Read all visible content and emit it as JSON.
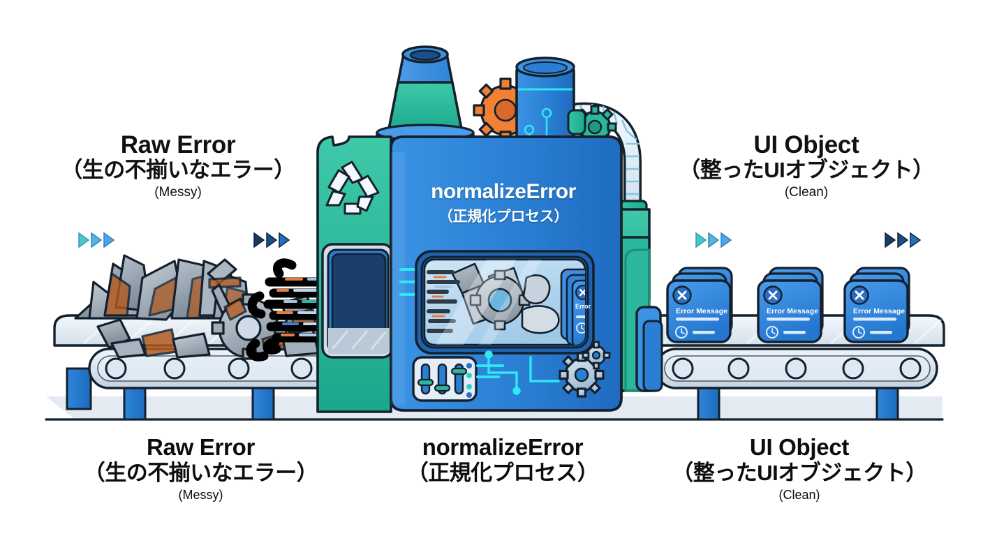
{
  "diagram": {
    "title_en": "normalizeError",
    "title_ja": "（正規化プロセス）",
    "background_color": "#ffffff"
  },
  "stages": {
    "input": {
      "heading_en": "Raw Error",
      "heading_ja": "（生の不揃いなエラー）",
      "qualifier": "(Messy)",
      "caption_en": "Raw Error",
      "caption_ja": "（生の不揃いなエラー）",
      "caption_sub": "(Messy)"
    },
    "process": {
      "heading_en": "normalizeError",
      "heading_ja": "（正規化プロセス）",
      "caption_en": "normalizeError",
      "caption_ja": "（正規化プロセス）"
    },
    "output": {
      "heading_en": "UI Object",
      "heading_ja": "（整ったUIオブジェクト）",
      "qualifier": "(Clean)",
      "caption_en": "UI Object",
      "caption_ja": "（整ったUIオブジェクト）",
      "caption_sub": "(Clean)"
    }
  },
  "machine": {
    "body_label_en": "normalizeError",
    "body_label_ja": "（正規化プロセス）",
    "recycle_icon": "recycle-icon",
    "gear_icons": [
      "gear-icon",
      "gear-icon",
      "gear-icon",
      "gear-icon"
    ],
    "funnel": "funnel-hopper",
    "pipe": "corrugated-output-pipe",
    "sliders": [
      {
        "name": "slider-1",
        "value_pct": 45
      },
      {
        "name": "slider-2",
        "value_pct": 25
      },
      {
        "name": "slider-3",
        "value_pct": 75
      }
    ],
    "status_lights": [
      "indicator-light",
      "indicator-light",
      "indicator-light",
      "indicator-light"
    ]
  },
  "output_cards": [
    {
      "close_icon": "close-x-icon",
      "title": "Error Message",
      "timestamp_icon": "clock-icon"
    },
    {
      "close_icon": "close-x-icon",
      "title": "Error Message",
      "timestamp_icon": "clock-icon"
    },
    {
      "close_icon": "close-x-icon",
      "title": "Error Message",
      "timestamp_icon": "clock-icon"
    }
  ],
  "screen_card": {
    "close_icon": "close-x-icon",
    "title": "Error",
    "timestamp_icon": "clock-icon"
  },
  "flow_arrows": {
    "left_pair_1": "▶▶▶",
    "left_pair_2": "▶▶▶",
    "right_pair_1": "▶▶▶",
    "right_pair_2": "▶▶▶"
  },
  "colors": {
    "machine_blue": "#2f84d8",
    "machine_blue_dark": "#1f6fc4",
    "machine_teal": "#2bb79b",
    "accent_cyan": "#2fd9f5",
    "gear_orange": "#ef8034",
    "card_blue": "#2f85e0",
    "rust_orange": "#b0571f",
    "metal_gray": "#8d9aa6",
    "belt_gray": "#cfdce8",
    "leg_blue": "#2a7fd4",
    "outline": "#13202e",
    "text_dark": "#111111",
    "floor_shadow": "#e3eaf1"
  }
}
